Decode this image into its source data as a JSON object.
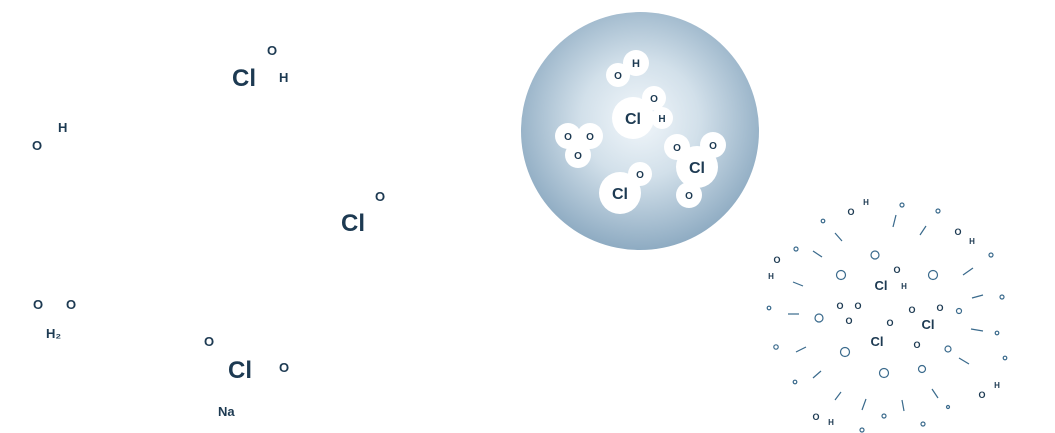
{
  "free_molecules": {
    "hypochlorous": {
      "cl": "Cl",
      "o": "O",
      "h": "H"
    },
    "hydroxide": {
      "o": "O",
      "h": "H"
    },
    "chlorine_monoxide": {
      "cl": "Cl",
      "o": "O"
    },
    "peroxide": {
      "o1": "O",
      "o2": "O",
      "h2": "H₂"
    },
    "sodium_chlorite": {
      "o1": "O",
      "cl": "Cl",
      "o2": "O",
      "na": "Na"
    }
  },
  "sphere": {
    "molecules": [
      {
        "o": "O",
        "h": "H"
      },
      {
        "cl": "Cl",
        "o": "O",
        "h": "H"
      },
      {
        "o1": "O",
        "o2": "O",
        "o3": "O"
      },
      {
        "cl": "Cl",
        "o1": "O",
        "o2": "O",
        "o3": "O"
      },
      {
        "cl": "Cl",
        "o": "O"
      }
    ],
    "colors": {
      "center": "#eef4f8",
      "edge": "#9ab4c8",
      "atom_fill": "#ffffff"
    }
  },
  "burst": {
    "labels": [
      "O",
      "H",
      "O",
      "H",
      "O",
      "H",
      "Cl",
      "O",
      "H",
      "O",
      "O",
      "O",
      "O",
      "Cl",
      "O",
      "Cl",
      "O",
      "O",
      "H",
      "O",
      "H"
    ]
  },
  "colors": {
    "text": "#1d3a52",
    "line": "#3a6a8c"
  }
}
